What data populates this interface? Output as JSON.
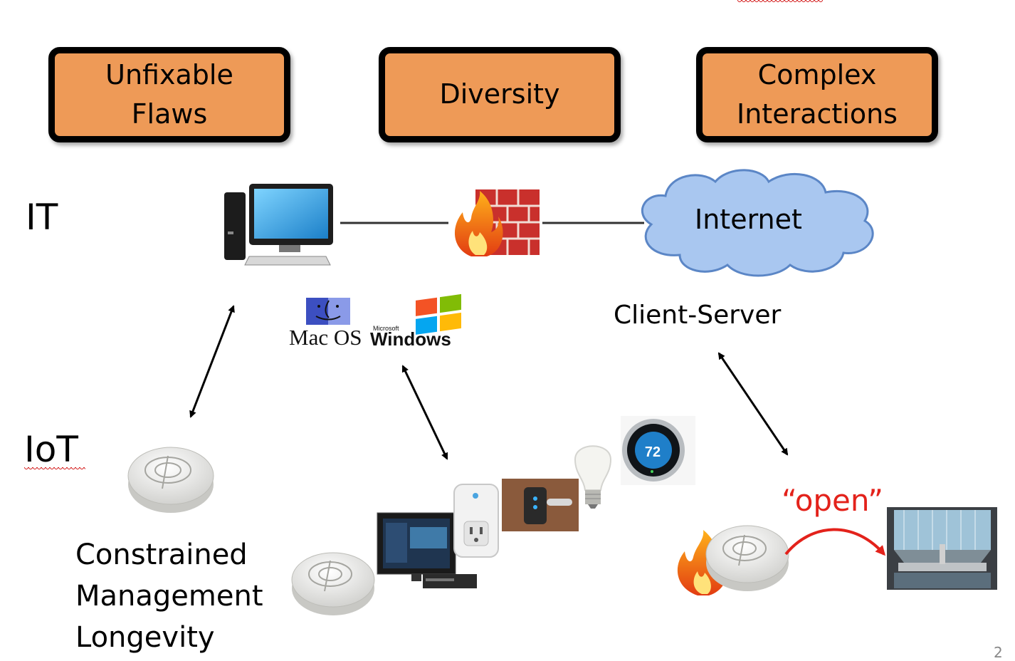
{
  "header_boxes": [
    {
      "label": "Unfixable\nFlaws"
    },
    {
      "label": "Diversity"
    },
    {
      "label": "Complex\nInteractions"
    }
  ],
  "row_labels": {
    "it": "IT",
    "iot": "IoT"
  },
  "internet_label": "Internet",
  "client_server_label": "Client-Server",
  "os_logos": {
    "mac": "Mac OS",
    "ms_small": "Microsoft",
    "windows": "Windows"
  },
  "constraints": [
    "Constrained",
    "Management",
    "Longevity"
  ],
  "open_label": "“open”",
  "thermostat_reading": "72",
  "page_number": "2",
  "colors": {
    "box_fill": "#ee9a57",
    "cloud_fill": "#a9c7f0",
    "cloud_stroke": "#5b86c6",
    "open_red": "#e3221b",
    "brick": "#c9302c",
    "flame": "#f4731f"
  }
}
